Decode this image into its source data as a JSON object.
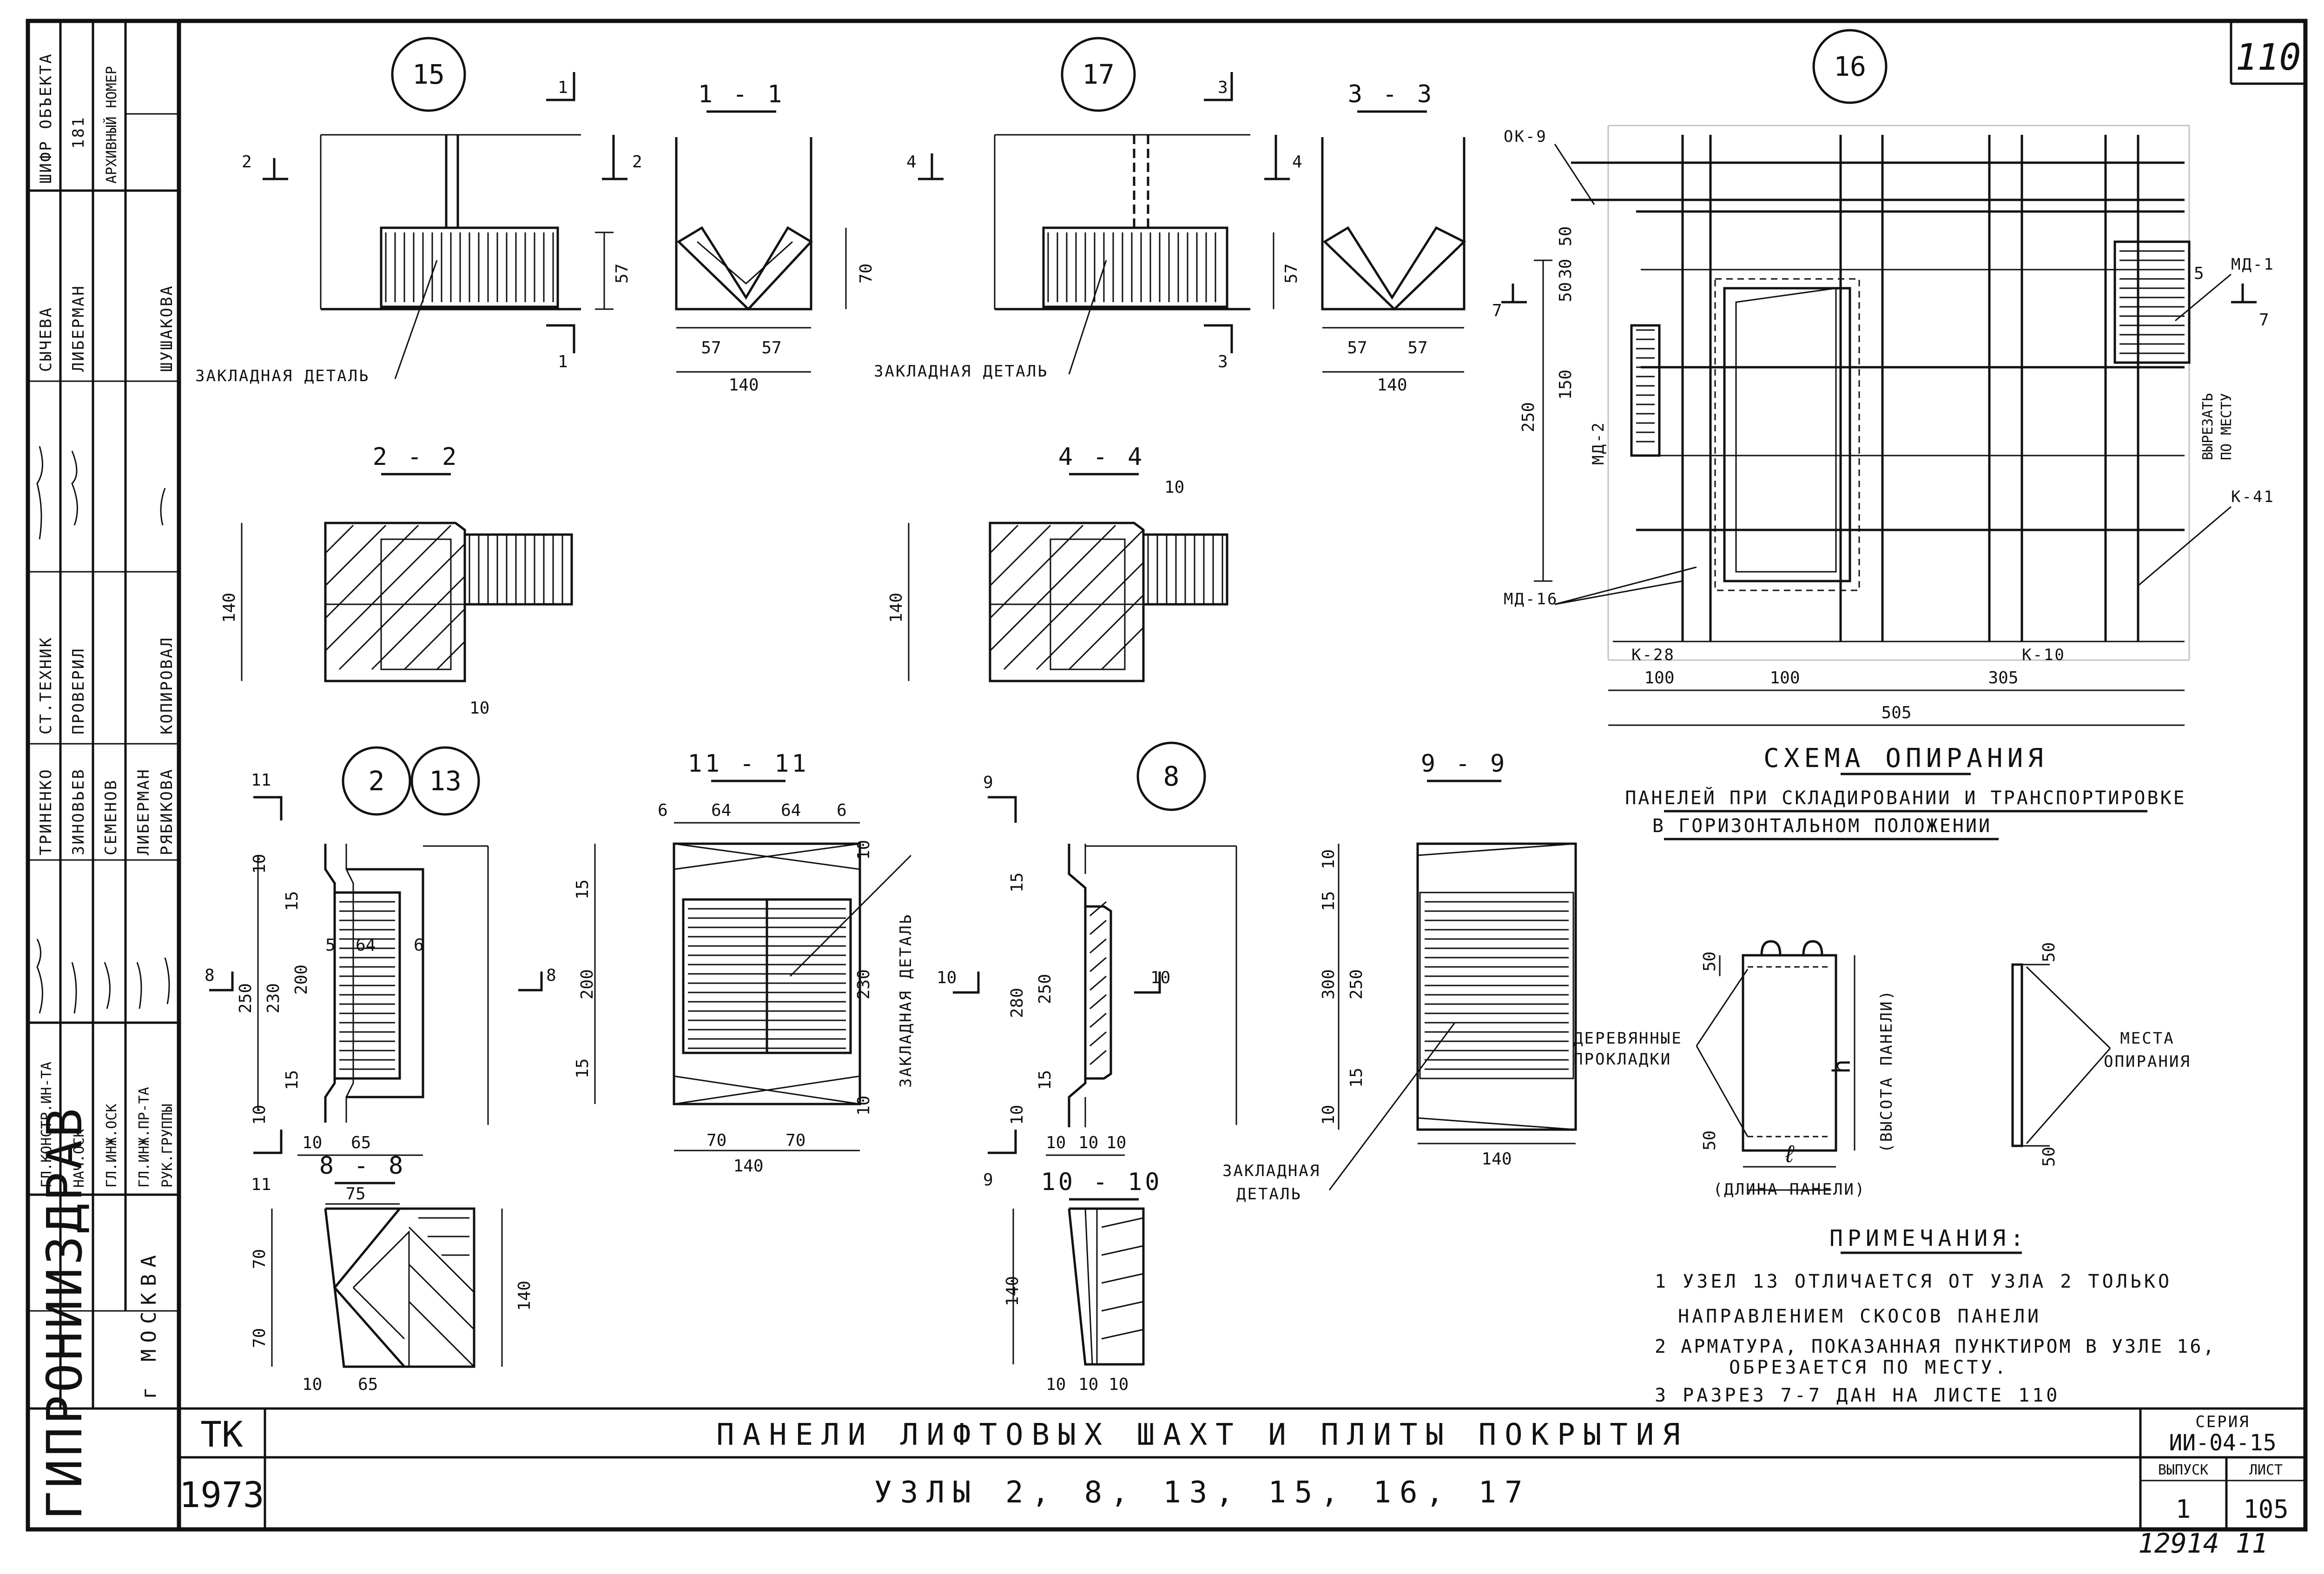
{
  "sheet": {
    "page_corner": "110",
    "org": "ГИПРОНИИЗДРАВ",
    "city": "г МОСКВА",
    "tk": "ТК",
    "year": "1973",
    "title": "ПАНЕЛИ ЛИФТОВЫХ ШАХТ И ПЛИТЫ ПОКРЫТИЯ",
    "subtitle": "УЗЛЫ 2, 8, 13, 15, 16, 17",
    "series_label": "СЕРИЯ",
    "series_value": "ИИ-04-15",
    "issue_label": "ВЫПУСК",
    "issue_value": "1",
    "sheet_label": "ЛИСТ",
    "sheet_value": "105",
    "bottom_note": "12914  11"
  },
  "stamp": {
    "code_label": "ШИФР ОБЪЕКТА",
    "code_value": "181",
    "archive_label": "АРХИВНЫЙ НОМЕР",
    "roles": [
      {
        "role": "ГЛ.КОНСТР.ИН-ТА",
        "name": "ТРИНЕНКО"
      },
      {
        "role": "НАЧ.ОСК",
        "name": "ЗИНОВЬЕВ"
      },
      {
        "role": "ГЛ.ИНЖ.ОСК",
        "name": "СЕМЕНОВ"
      },
      {
        "role": "ГЛ.ИНЖ.ПР-ТА",
        "name": "ЛИБЕРМАН"
      },
      {
        "role": "РУК.ГРУППЫ",
        "name": "РЯБИКОВА"
      },
      {
        "role": "СТ.ТЕХНИК",
        "name": "СЫЧЕВА"
      },
      {
        "role": "ПРОВЕРИЛ",
        "name": "ЛИБЕРМАН"
      },
      {
        "role": "КОПИРОВАЛ",
        "name": "ШУШАКОВА"
      }
    ]
  },
  "nodes": {
    "n15": "15",
    "n17": "17",
    "n16": "16",
    "n2": "2",
    "n13": "13",
    "n8": "8"
  },
  "sections": {
    "s11": "1 - 1",
    "s33": "3 - 3",
    "s22": "2 - 2",
    "s44": "4 - 4",
    "s1111": "11 - 11",
    "s99": "9 - 9",
    "s88": "8 - 8",
    "s1010": "10 - 10"
  },
  "labels": {
    "embedded": "ЗАКЛАДНАЯ ДЕТАЛЬ",
    "embedded_1": "ЗАКЛАДНАЯ",
    "embedded_2": "ДЕТАЛЬ",
    "ok9": "ОК-9",
    "md1": "МД-1",
    "md2": "МД-2",
    "md16": "МД-16",
    "k28": "К-28",
    "k10": "К-10",
    "k41": "К-41",
    "cut_to_place_1": "ВЫРЕЗАТЬ",
    "cut_to_place_2": "ПО МЕСТУ",
    "wood_pads_1": "ДЕРЕВЯННЫЕ",
    "wood_pads_2": "ПРОКЛАДКИ",
    "support_places_1": "МЕСТА",
    "support_places_2": "ОПИРАНИЯ",
    "panel_height": "(ВЫСОТА ПАНЕЛИ)",
    "panel_length": "(ДЛИНА ПАНЕЛИ)",
    "h": "h",
    "l": "ℓ"
  },
  "scheme": {
    "line1": "СХЕМА ОПИРАНИЯ",
    "line2": "ПАНЕЛЕЙ ПРИ СКЛАДИРОВАНИИ И ТРАНСПОРТИРОВКЕ",
    "line3": "В ГОРИЗОНТАЛЬНОМ ПОЛОЖЕНИИ"
  },
  "notes": {
    "heading": "ПРИМЕЧАНИЯ:",
    "n1a": "1  УЗЕЛ 13 ОТЛИЧАЕТСЯ ОТ УЗЛА 2 ТОЛЬКО",
    "n1b": "НАПРАВЛЕНИЕМ СКОСОВ ПАНЕЛИ",
    "n2a": "2  АРМАТУРА, ПОКАЗАННАЯ ПУНКТИРОМ В УЗЛЕ 16,",
    "n2b": "ОБРЕЗАЕТСЯ ПО МЕСТУ.",
    "n3": "3  РАЗРЕЗ 7-7 ДАН НА ЛИСТЕ 110"
  },
  "dims": {
    "d57": "57",
    "d70": "70",
    "d140": "140",
    "d10": "10",
    "d5": "5",
    "d6": "6",
    "d64": "64",
    "d15": "15",
    "d230": "230",
    "d250": "250",
    "d200": "200",
    "d280": "280",
    "d300": "300",
    "d65": "65",
    "d75": "75",
    "d100": "100",
    "d305": "305",
    "d505": "505",
    "d150": "150",
    "d30": "30",
    "d50": "50",
    "c1": "1",
    "c2": "2",
    "c3": "3",
    "c4": "4",
    "c7": "7",
    "c8": "8",
    "c9": "9",
    "c10": "10",
    "c11": "11"
  }
}
